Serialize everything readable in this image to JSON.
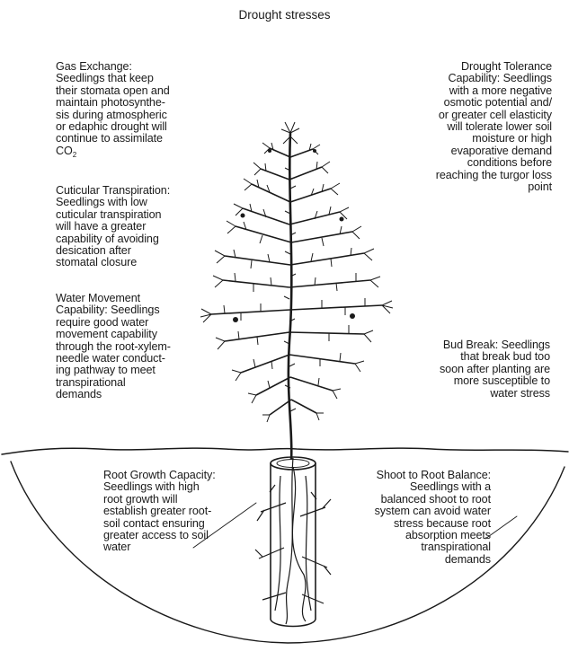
{
  "title": "Drought stresses",
  "annotations": {
    "gas_exchange": "Gas Exchange:\nSeedlings that keep\ntheir stomata open and\nmaintain photosynthe-\nsis during atmospheric\nor edaphic drought will\ncontinue to assimilate",
    "gas_exchange_co": "CO",
    "gas_exchange_sub": "2",
    "cuticular": "Cuticular Transpiration:\nSeedlings with low\ncuticular transpiration\nwill have a greater\ncapability of avoiding\ndesication after\nstomatal closure",
    "water_movement": "Water Movement\nCapability: Seedlings\nrequire good water\nmovement capability\nthrough the root-xylem-\nneedle water conduct-\ning pathway to meet\ntranspirational\ndemands",
    "drought_tolerance": "Drought Tolerance\nCapability: Seedlings\nwith a more negative\nosmotic potential and/\nor greater cell elasticity\nwill tolerate lower soil\nmoisture or high\nevaporative demand\nconditions before\nreaching the turgor loss\npoint",
    "bud_break": "Bud Break: Seedlings\nthat break bud too\nsoon after planting are\nmore susceptible to\nwater stress",
    "root_growth": "Root Growth Capacity:\nSeedlings with high\nroot growth will\nestablish greater root-\nsoil contact ensuring\ngreater access to soil\nwater",
    "shoot_root": "Shoot to Root Balance:\nSeedlings with a\nbalanced shoot to root\nsystem can avoid water\nstress because root\nabsorption meets\ntranspirational\ndemands"
  },
  "colors": {
    "ink": "#1a1a1a",
    "background": "#ffffff"
  }
}
